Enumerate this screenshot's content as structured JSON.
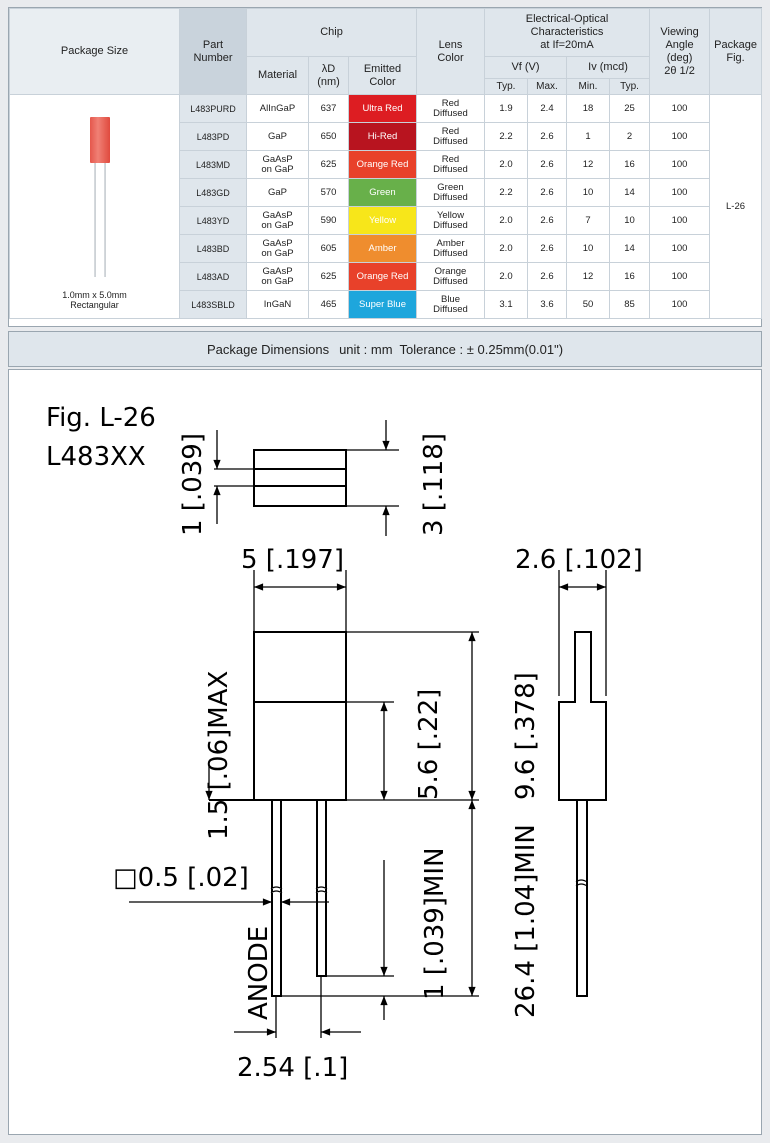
{
  "spec": {
    "headers": {
      "package_size": "Package Size",
      "part_number": "Part Number",
      "chip": "Chip",
      "material": "Material",
      "lambda_d": "λD",
      "lambda_d_unit": "(nm)",
      "emitted_color": "Emitted Color",
      "lens_color": "Lens Color",
      "eo_line1": "Electrical-Optical",
      "eo_line2": "Characteristics",
      "eo_line3": "at If=20mA",
      "vf": "Vf (V)",
      "iv": "Iv (mcd)",
      "typ": "Typ.",
      "max": "Max.",
      "min": "Min.",
      "typ2": "Typ.",
      "view_line1": "Viewing",
      "view_line2": "Angle",
      "view_line3": "(deg)",
      "view_line4": "2θ 1/2",
      "fig_line1": "Package",
      "fig_line2": "Fig."
    },
    "package_caption_line1": "1.0mm x 5.0mm",
    "package_caption_line2": "Rectangular",
    "package_fig": "L-26",
    "rows": [
      {
        "part": "L483PURD",
        "mat1": "AlInGaP",
        "mat2": "",
        "nm": "637",
        "color": "Ultra Red",
        "hex": "#dd1d22",
        "lens1": "Red",
        "lens2": "Diffused",
        "vf_typ": "1.9",
        "vf_max": "2.4",
        "iv_min": "18",
        "iv_typ": "25",
        "angle": "100"
      },
      {
        "part": "L483PD",
        "mat1": "GaP",
        "mat2": "",
        "nm": "650",
        "color": "Hi-Red",
        "hex": "#b8141f",
        "lens1": "Red",
        "lens2": "Diffused",
        "vf_typ": "2.2",
        "vf_max": "2.6",
        "iv_min": "1",
        "iv_typ": "2",
        "angle": "100"
      },
      {
        "part": "L483MD",
        "mat1": "GaAsP",
        "mat2": "on GaP",
        "nm": "625",
        "color": "Orange Red",
        "hex": "#e8412a",
        "lens1": "Red",
        "lens2": "Diffused",
        "vf_typ": "2.0",
        "vf_max": "2.6",
        "iv_min": "12",
        "iv_typ": "16",
        "angle": "100"
      },
      {
        "part": "L483GD",
        "mat1": "GaP",
        "mat2": "",
        "nm": "570",
        "color": "Green",
        "hex": "#68b04a",
        "lens1": "Green",
        "lens2": "Diffused",
        "vf_typ": "2.2",
        "vf_max": "2.6",
        "iv_min": "10",
        "iv_typ": "14",
        "angle": "100"
      },
      {
        "part": "L483YD",
        "mat1": "GaAsP",
        "mat2": "on GaP",
        "nm": "590",
        "color": "Yellow",
        "hex": "#f7e61a",
        "lens1": "Yellow",
        "lens2": "Diffused",
        "vf_typ": "2.0",
        "vf_max": "2.6",
        "iv_min": "7",
        "iv_typ": "10",
        "angle": "100"
      },
      {
        "part": "L483BD",
        "mat1": "GaAsP",
        "mat2": "on GaP",
        "nm": "605",
        "color": "Amber",
        "hex": "#ef8d2e",
        "lens1": "Amber",
        "lens2": "Diffused",
        "vf_typ": "2.0",
        "vf_max": "2.6",
        "iv_min": "10",
        "iv_typ": "14",
        "angle": "100"
      },
      {
        "part": "L483AD",
        "mat1": "GaAsP",
        "mat2": "on GaP",
        "nm": "625",
        "color": "Orange Red",
        "hex": "#e8412a",
        "lens1": "Orange",
        "lens2": "Diffused",
        "vf_typ": "2.0",
        "vf_max": "2.6",
        "iv_min": "12",
        "iv_typ": "16",
        "angle": "100"
      },
      {
        "part": "L483SBLD",
        "mat1": "InGaN",
        "mat2": "",
        "nm": "465",
        "color": "Super Blue",
        "hex": "#1ea6dc",
        "lens1": "Blue",
        "lens2": "Diffused",
        "vf_typ": "3.1",
        "vf_max": "3.6",
        "iv_min": "50",
        "iv_typ": "85",
        "angle": "100"
      }
    ]
  },
  "dimensions_header": {
    "label": "Package Dimensions",
    "unit": "unit : mm",
    "tolerance": "Tolerance : ± 0.25mm(0.01\")"
  },
  "drawing": {
    "fig": "Fig. L-26",
    "model": "L483XX",
    "dim_1": "1 [.039]",
    "dim_3": "3 [.118]",
    "dim_5": "5 [.197]",
    "dim_26": "2.6 [.102]",
    "dim_15": "1.5 [.06]MAX",
    "dim_56": "5.6 [.22]",
    "dim_96": "9.6 [.378]",
    "dim_05": "□0.5 [.02]",
    "dim_1min": "1 [.039]MIN",
    "dim_264": "26.4 [1.04]MIN",
    "dim_254": "2.54 [.1]",
    "anode": "ANODE"
  }
}
